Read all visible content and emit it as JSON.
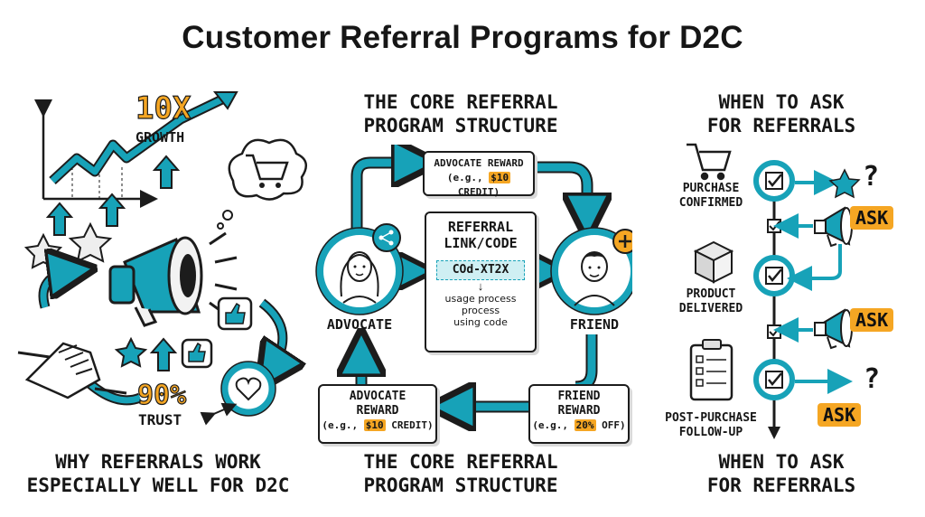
{
  "title": "Customer Referral Programs for D2C",
  "left": {
    "growth_value": "10X",
    "growth_label": "GROWTH",
    "trust_value": "90%",
    "trust_label": "TRUST",
    "caption": [
      "WHY REFERRALS WORK",
      "ESPECIALLY WELL FOR D2C"
    ]
  },
  "middle": {
    "heading": [
      "THE CORE REFERRAL",
      "PROGRAM STRUCTURE"
    ],
    "top_box": {
      "line1": "ADVOCATE REWARD",
      "pre": "(e.g., ",
      "highlight": "$10",
      "post": " CREDIT)"
    },
    "center_box": {
      "title": [
        "REFERRAL",
        "LINK/CODE"
      ],
      "code": "COd-XT2X",
      "arrow": "↓",
      "desc": [
        "usage process",
        "process",
        "using code"
      ]
    },
    "advocate_label": "ADVOCATE",
    "friend_label": "FRIEND",
    "bottom_left_box": {
      "line1": "ADVOCATE",
      "line2": "REWARD",
      "pre": "(e.g., ",
      "highlight": "$10",
      "post": " CREDIT)"
    },
    "bottom_right_box": {
      "line1": "FRIEND",
      "line2": "REWARD",
      "pre": "(e.g., ",
      "highlight": "20%",
      "post": " OFF)"
    },
    "caption": [
      "THE CORE REFERRAL",
      "PROGRAM STRUCTURE"
    ]
  },
  "right": {
    "heading": [
      "WHEN TO ASK",
      "FOR REFERRALS"
    ],
    "stage1": [
      "PURCHASE",
      "CONFIRMED"
    ],
    "stage2": [
      "PRODUCT",
      "DELIVERED"
    ],
    "stage3": [
      "POST-PURCHASE",
      "FOLLOW-UP"
    ],
    "ask_label": "ASK",
    "question_mark": "?",
    "caption": [
      "WHEN TO ASK",
      "FOR REFERRALS"
    ]
  },
  "colors": {
    "teal": "#17a2b8",
    "orange": "#f5a623",
    "ink": "#1c1c1c"
  }
}
